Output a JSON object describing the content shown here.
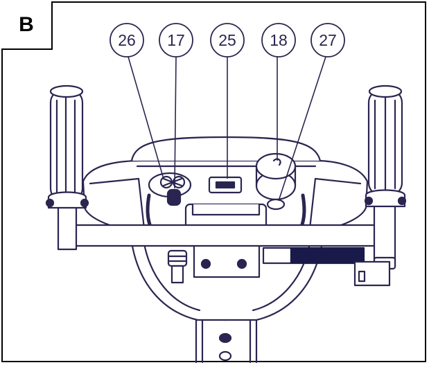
{
  "panel_label": "B",
  "callouts": [
    "26",
    "17",
    "25",
    "18",
    "27"
  ],
  "colors": {
    "line": "#2a2550",
    "fill": "#ffffff",
    "dark": "#1a1a4a",
    "frame": "#000000"
  }
}
